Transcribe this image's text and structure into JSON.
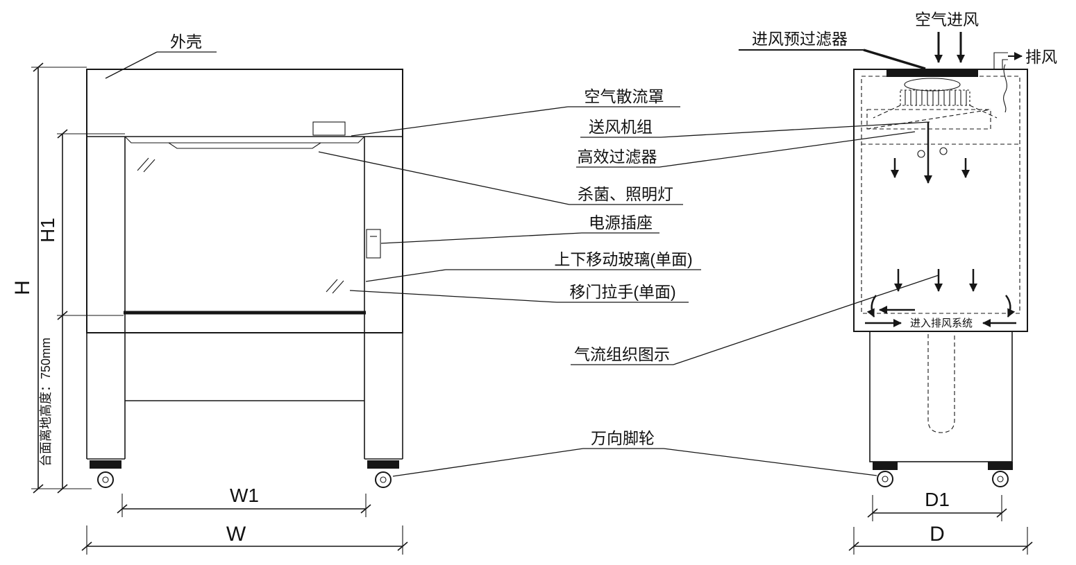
{
  "front_view": {
    "shell_label": "外壳"
  },
  "callouts": {
    "air_diffuser": "空气散流罩",
    "fan_unit": "送风机组",
    "hepa_filter": "高效过滤器",
    "sterilize_lamp": "杀菌、照明灯",
    "power_socket": "电源插座",
    "sliding_glass": "上下移动玻璃(单面)",
    "door_handle": "移门拉手(单面)",
    "airflow_diagram": "气流组织图示",
    "casters": "万向脚轮",
    "inlet_prefilter": "进风预过滤器",
    "air_inlet": "空气进风",
    "exhaust": "排风",
    "exhaust_system": "进入排风系统"
  },
  "dimensions": {
    "total_height": "H",
    "upper_height": "H1",
    "worktop_height": "台面离地高度：750mm",
    "inner_width": "W1",
    "total_width": "W",
    "inner_depth": "D1",
    "total_depth": "D"
  },
  "colors": {
    "ink": "#161616",
    "background": "#ffffff"
  }
}
